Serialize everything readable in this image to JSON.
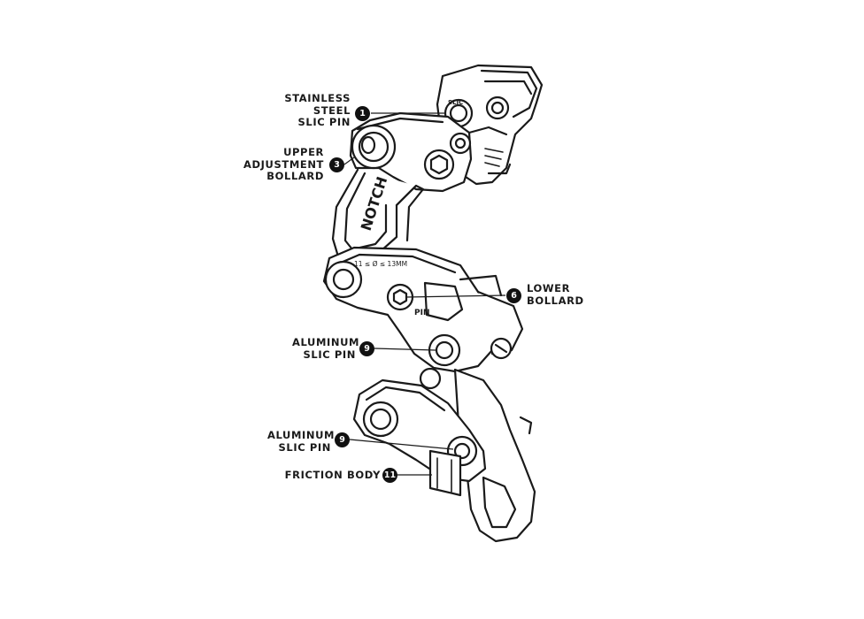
{
  "callouts": [
    {
      "id": "c1",
      "number": "1",
      "lines": [
        "STAINLESS",
        "STEEL",
        "SLIC PIN"
      ]
    },
    {
      "id": "c3",
      "number": "3",
      "lines": [
        "UPPER",
        "ADJUSTMENT",
        "BOLLARD"
      ]
    },
    {
      "id": "c6",
      "number": "6",
      "lines": [
        "LOWER",
        "BOLLARD"
      ]
    },
    {
      "id": "c9a",
      "number": "9",
      "lines": [
        "ALUMINUM",
        "SLIC PIN"
      ]
    },
    {
      "id": "c9b",
      "number": "9",
      "lines": [
        "ALUMINUM",
        "SLIC PIN"
      ]
    },
    {
      "id": "c11",
      "number": "11",
      "lines": [
        "FRICTION BODY"
      ]
    }
  ],
  "engravings": {
    "brand": "NOTCH",
    "size": "11 ≤ Ø ≤ 13MM",
    "pin_text": "SLIC",
    "lower_mark": "PIN"
  },
  "colors": {
    "line": "#1a1a1a",
    "badge": "#111111",
    "background": "#ffffff"
  }
}
